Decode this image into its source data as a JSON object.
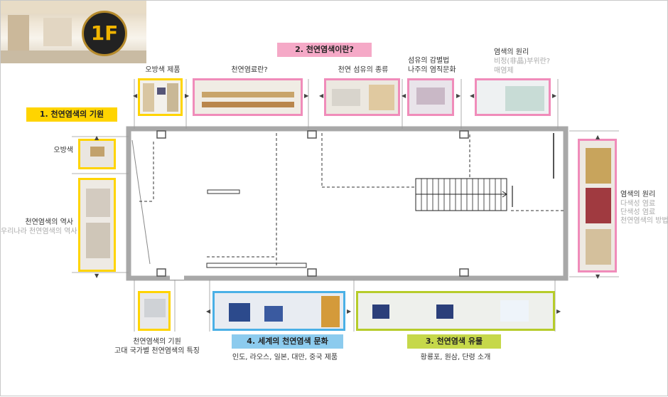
{
  "floor": {
    "label": "1F"
  },
  "tags": {
    "natural_dye_origin": "1. 천연염색의 기원",
    "what_is_natural_dye": "2. 천연염색이란?",
    "natural_dye_relics": "3. 천연염색 유물",
    "world_dye_culture": "4. 세계의 천연염색 문화"
  },
  "labels": {
    "obangsaek_products": "오방색 제품",
    "what_is_dye_material": "천연염료란?",
    "fiber_types": "천연 섬유의 종류",
    "fiber_identification": "섬유의 감별법",
    "naju_dye_culture": "나주의 염직문화",
    "dye_principle_top": "염색의 원리",
    "dye_principle_top_sub1": "비정(非晶)부위란?",
    "dye_principle_top_sub2": "매염제",
    "obangsaek": "오방색",
    "natural_dye_history": "천연염색의 역사",
    "korea_dye_history": "우리나라 천연염색의 역사",
    "dye_principle_right": "염색의 원리",
    "dye_principle_right_sub1": "다색성 염료",
    "dye_principle_right_sub2": "단색성 염료",
    "dye_principle_right_sub3": "천연염색의 방법",
    "origin_caption1": "천연염색의 기원",
    "origin_caption2": "고대 국가별 천연염색의 특징",
    "world_countries": "인도, 라오스, 일본, 대만, 중국 제품",
    "relics_items": "황룡포, 원삼, 단령 소개"
  },
  "colors": {
    "yellow": "#ffd400",
    "pink": "#f08cba",
    "blue": "#4ab0e6",
    "green": "#b6cc2a",
    "wall": "#a8a8a8"
  }
}
